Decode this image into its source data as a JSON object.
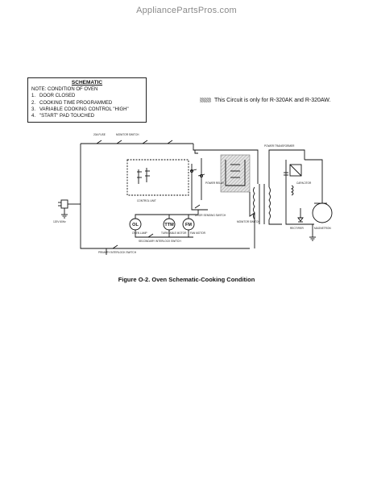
{
  "watermark": "AppliancePartsPros.com",
  "note_box": {
    "title": "SCHEMATIC",
    "subtitle": "NOTE: CONDITION OF OVEN",
    "items": [
      {
        "num": "1.",
        "text": "DOOR CLOSED"
      },
      {
        "num": "2.",
        "text": "COOKING TIME PROGRAMMED"
      },
      {
        "num": "3.",
        "text": "VARIABLE COOKING CONTROL \"HIGH\""
      },
      {
        "num": "4.",
        "text": "\"START\" PAD TOUCHED"
      }
    ]
  },
  "circuit_note": "This Circuit is only for R-320AK and R-320AW.",
  "caption": "Figure O-2. Oven Schematic-Cooking Condition",
  "schematic": {
    "labels": {
      "fuse": "20A FUSE",
      "monitor_switch_top": "MONITOR SWITCH",
      "oven_lamp": "OVEN LAMP",
      "turntable_motor": "TURNTABLE MOTOR",
      "fan_motor": "FAN MOTOR",
      "secondary_switch": "SECONDARY INTERLOCK SWITCH",
      "control_unit": "CONTROL UNIT",
      "power_relay": "POWER RELAY",
      "door_sensing": "DOOR SENSING SWITCH",
      "primary_interlock": "PRIMARY INTERLOCK SWITCH",
      "monitor_switch": "MONITOR SWITCH",
      "power_transformer": "POWER TRANSFORMER",
      "capacitor": "CAPACITOR",
      "rectifier": "RECTIFIER",
      "magnetron": "MAGNETRON",
      "outlet": "120V 60Hz"
    },
    "symbols": {
      "ol": "OL",
      "ttm": "TTM",
      "fm": "FM"
    }
  },
  "colors": {
    "line": "#111111",
    "hatch": "#9a9a9a",
    "watermark": "#8a8a8a"
  }
}
